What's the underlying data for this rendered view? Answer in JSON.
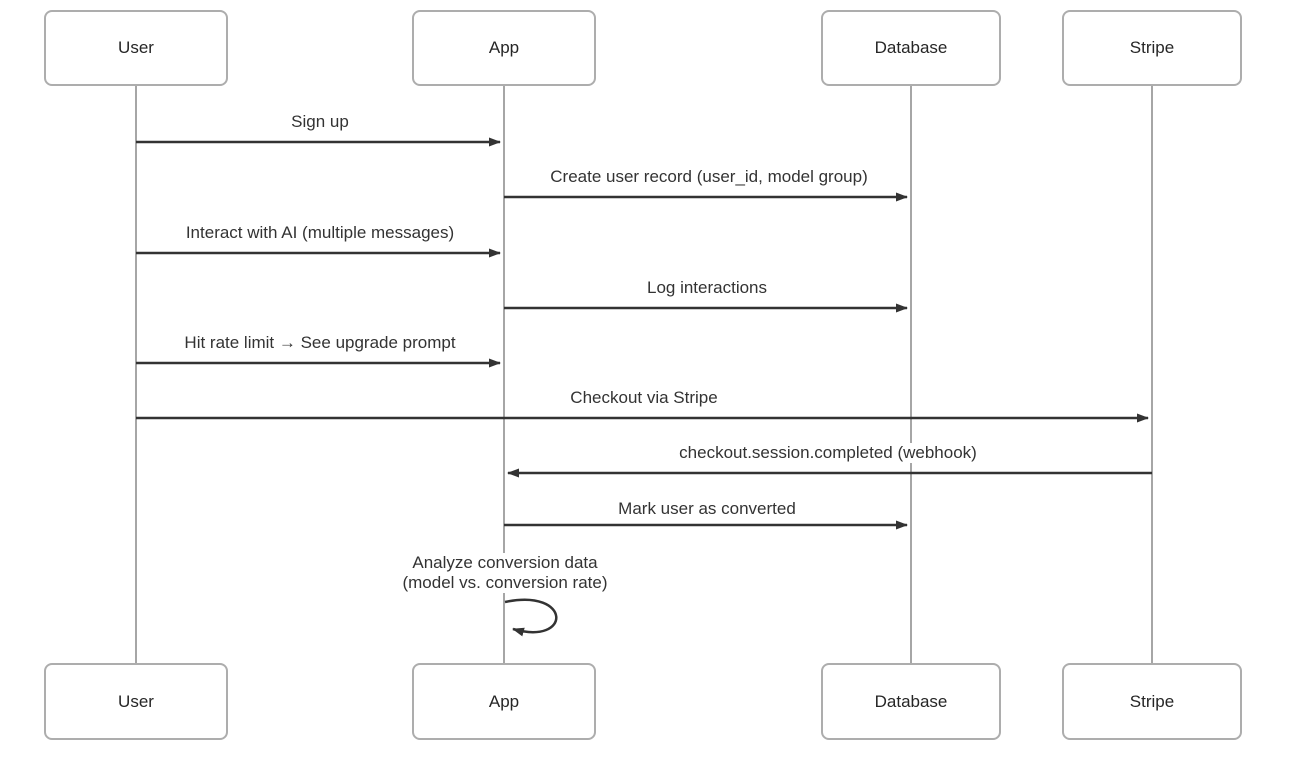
{
  "diagram": {
    "type": "sequence-diagram",
    "colors": {
      "background": "#ffffff",
      "actor_border": "#adadad",
      "actor_fill": "#ffffff",
      "lifeline": "#a6a6a6",
      "arrow": "#333333",
      "text": "#333333"
    },
    "actors": [
      {
        "name": "User"
      },
      {
        "name": "App"
      },
      {
        "name": "Database"
      },
      {
        "name": "Stripe"
      }
    ],
    "messages": [
      {
        "from": "User",
        "to": "App",
        "label": "Sign up"
      },
      {
        "from": "App",
        "to": "Database",
        "label": "Create user record (user_id, model group)"
      },
      {
        "from": "User",
        "to": "App",
        "label": "Interact with AI (multiple messages)"
      },
      {
        "from": "App",
        "to": "Database",
        "label": "Log interactions"
      },
      {
        "from": "User",
        "to": "App",
        "label": "Hit rate limit → See upgrade prompt"
      },
      {
        "from": "User",
        "to": "Stripe",
        "label": "Checkout via Stripe"
      },
      {
        "from": "Stripe",
        "to": "App",
        "label": "checkout.session.completed (webhook)"
      },
      {
        "from": "App",
        "to": "Database",
        "label": "Mark user as converted"
      },
      {
        "from": "App",
        "to": "App",
        "self": true,
        "label_line1": "Analyze conversion data",
        "label_line2": "(model vs. conversion rate)"
      }
    ]
  }
}
